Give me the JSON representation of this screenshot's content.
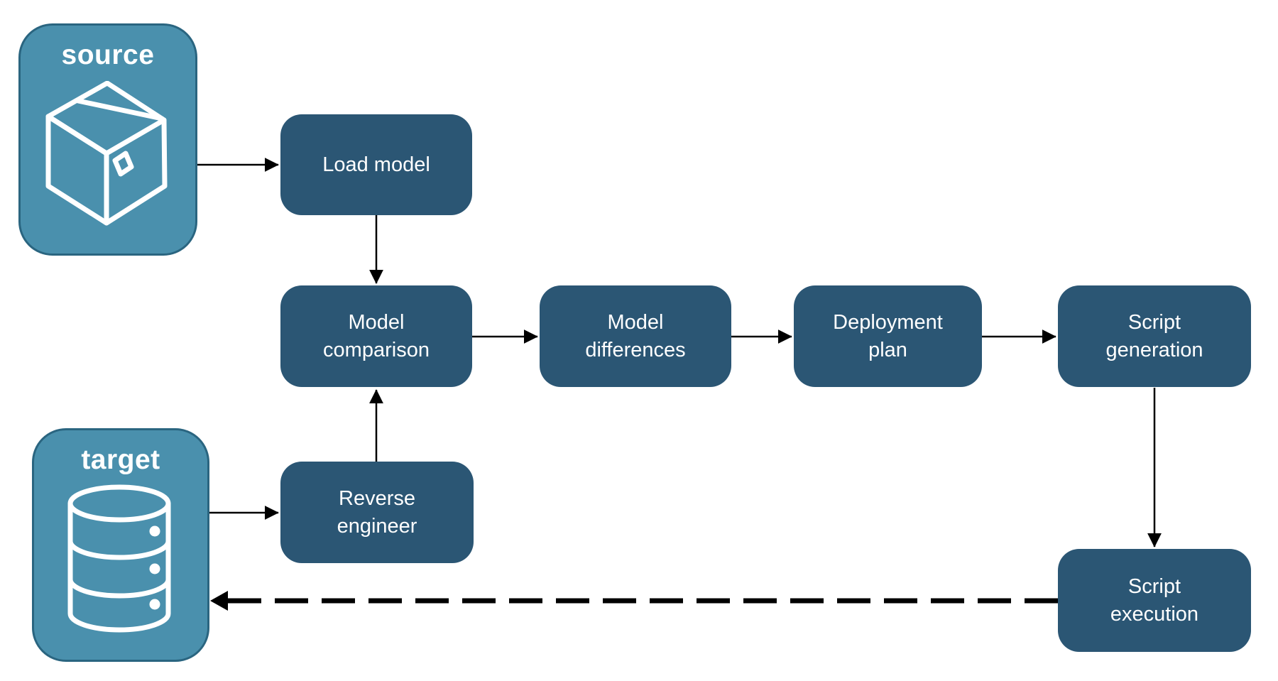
{
  "diagram": {
    "endpoints": [
      {
        "id": "source",
        "label": "source",
        "icon": "package-icon"
      },
      {
        "id": "target",
        "label": "target",
        "icon": "database-icon"
      }
    ],
    "nodes": [
      {
        "id": "load-model",
        "label": "Load model"
      },
      {
        "id": "model-comparison",
        "label": "Model\ncomparison"
      },
      {
        "id": "model-differences",
        "label": "Model\ndifferences"
      },
      {
        "id": "deployment-plan",
        "label": "Deployment\nplan"
      },
      {
        "id": "script-generation",
        "label": "Script\ngeneration"
      },
      {
        "id": "reverse-engineer",
        "label": "Reverse\nengineer"
      },
      {
        "id": "script-execution",
        "label": "Script\nexecution"
      }
    ],
    "edges": [
      {
        "from": "source",
        "to": "load-model",
        "style": "solid"
      },
      {
        "from": "load-model",
        "to": "model-comparison",
        "style": "solid"
      },
      {
        "from": "target",
        "to": "reverse-engineer",
        "style": "solid"
      },
      {
        "from": "reverse-engineer",
        "to": "model-comparison",
        "style": "solid"
      },
      {
        "from": "model-comparison",
        "to": "model-differences",
        "style": "solid"
      },
      {
        "from": "model-differences",
        "to": "deployment-plan",
        "style": "solid"
      },
      {
        "from": "deployment-plan",
        "to": "script-generation",
        "style": "solid"
      },
      {
        "from": "script-generation",
        "to": "script-execution",
        "style": "solid"
      },
      {
        "from": "script-execution",
        "to": "target",
        "style": "dashed"
      }
    ],
    "colors": {
      "node_fill": "#2B5674",
      "endpoint_fill": "#4A90AD",
      "endpoint_border": "#2A6580",
      "label_text": "#FFFFFF",
      "arrow": "#000000",
      "background": "#FFFFFF"
    }
  }
}
